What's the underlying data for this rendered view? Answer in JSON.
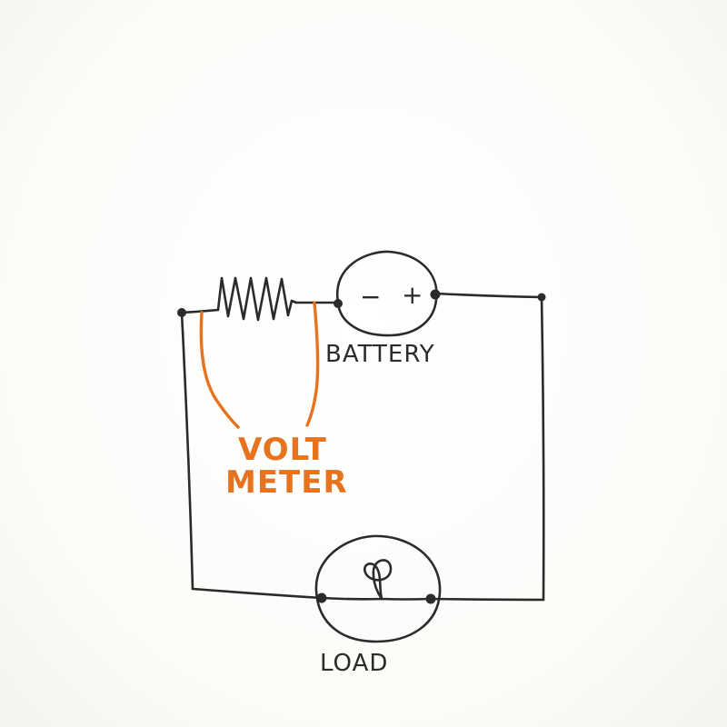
{
  "colors": {
    "ink": "#2b2b2b",
    "meter": "#e8731f"
  },
  "components": {
    "battery": {
      "label": "BATTERY",
      "negative": "−",
      "positive": "+"
    },
    "meter": {
      "line1": "VOLT",
      "line2": "METER"
    },
    "load": {
      "label": "LOAD"
    }
  }
}
